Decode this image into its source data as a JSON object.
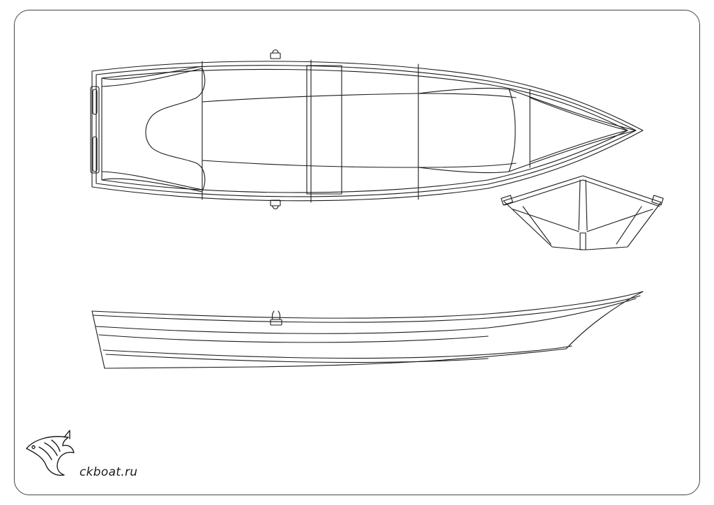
{
  "drawing": {
    "views": [
      "plan-view",
      "bow-view",
      "profile-view"
    ],
    "line_color": "#1a1a1a"
  },
  "branding": {
    "site": "ckboat.ru",
    "logo_icon": "shark-logo-icon"
  }
}
